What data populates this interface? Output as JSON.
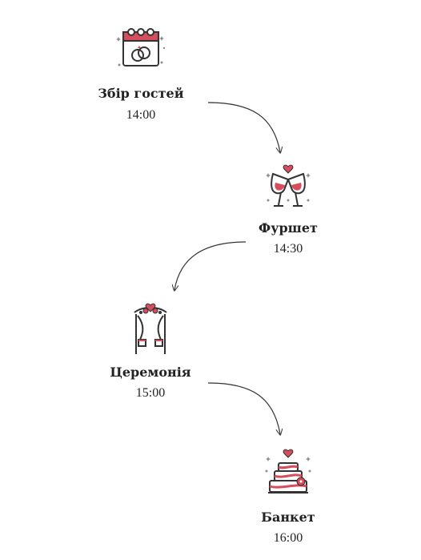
{
  "colors": {
    "accent": "#d64d5d",
    "line": "#333333"
  },
  "timeline": [
    {
      "id": "guests",
      "title": "Збір гостей",
      "time": "14:00",
      "icon": "calendar-rings-icon"
    },
    {
      "id": "reception",
      "title": "Фуршет",
      "time": "14:30",
      "icon": "champagne-glasses-icon"
    },
    {
      "id": "ceremony",
      "title": "Церемонія",
      "time": "15:00",
      "icon": "wedding-arch-icon"
    },
    {
      "id": "banquet",
      "title": "Банкет",
      "time": "16:00",
      "icon": "wedding-cake-icon"
    }
  ]
}
